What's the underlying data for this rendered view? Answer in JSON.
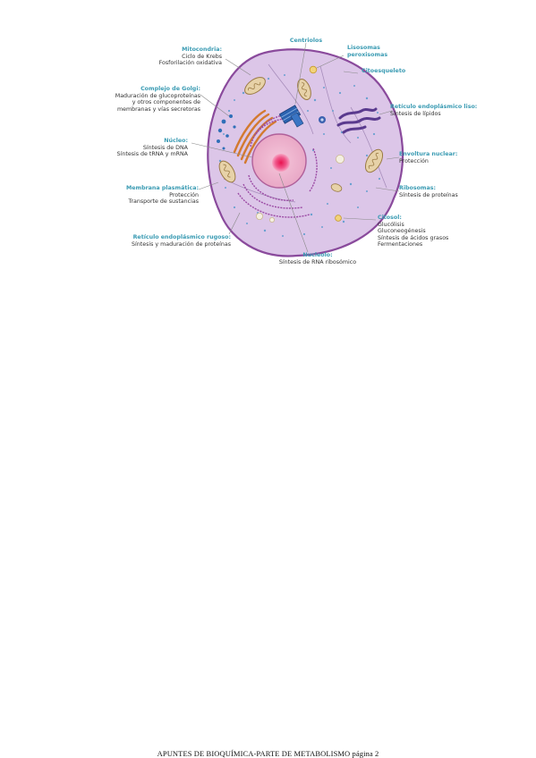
{
  "diagram": {
    "labels": {
      "mitocondria": {
        "title": "Mitocondria:",
        "lines": [
          "Ciclo de Krebs",
          "Fosforilación oxidativa"
        ]
      },
      "centriolos": {
        "title": "Centriolos",
        "lines": []
      },
      "lisosomas": {
        "title": "Lisosomas",
        "lines": [],
        "title2": "peroxisomas"
      },
      "citoesqueleto": {
        "title": "Citoesqueleto",
        "lines": []
      },
      "golgi": {
        "title": "Complejo de Golgi:",
        "lines": [
          "Maduración de glucoproteínas",
          "y otros componentes de",
          "membranas y vías secretoras"
        ]
      },
      "rel": {
        "title": "Retículo endoplásmico liso:",
        "lines": [
          "Síntesis de lípidos"
        ]
      },
      "nucleo": {
        "title": "Núcleo:",
        "lines": [
          "Síntesis de DNA",
          "Síntesis de tRNA y mRNA"
        ]
      },
      "envoltura": {
        "title": "Envoltura nuclear:",
        "lines": [
          "Protección"
        ]
      },
      "membrana": {
        "title": "Membrana plasmática:",
        "lines": [
          "Protección",
          "Transporte de sustancias"
        ]
      },
      "ribosomas": {
        "title": "Ribosomas:",
        "lines": [
          "Síntesis de proteínas"
        ]
      },
      "rer": {
        "title": "Retículo endoplásmico rugoso:",
        "lines": [
          "Síntesis y maduración de proteínas"
        ]
      },
      "citosol": {
        "title": "Citosol:",
        "lines": [
          "Glucólisis",
          "Gluconeogénesis",
          "Síntesis de ácidos grasos",
          "Fermentaciones"
        ]
      },
      "nucleolo": {
        "title": "Nucleolo:",
        "lines": [
          "Síntesis de RNA ribosómico"
        ]
      }
    }
  },
  "footer": {
    "text": "APUNTES DE BIOQUÍMICA-PARTE DE METABOLISMO página 2"
  },
  "colors": {
    "label_title": "#3a9bb3",
    "cell_fill": "#dcc6e8",
    "cell_border": "#8a4a9c",
    "nucleus": "#f2bfd6"
  }
}
